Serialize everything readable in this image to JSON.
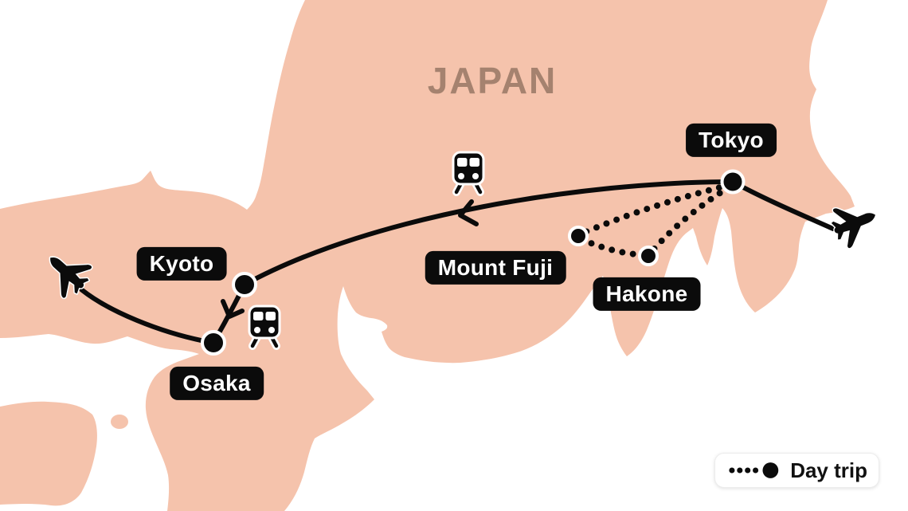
{
  "map": {
    "title": "JAPAN"
  },
  "cities": {
    "tokyo": {
      "label": "Tokyo"
    },
    "kyoto": {
      "label": "Kyoto"
    },
    "osaka": {
      "label": "Osaka"
    },
    "mount_fuji": {
      "label": "Mount Fuji"
    },
    "hakone": {
      "label": "Hakone"
    }
  },
  "legend": {
    "day_trip_label": "Day trip"
  },
  "routes": {
    "train": [
      {
        "from": "Tokyo",
        "to": "Kyoto",
        "style": "solid",
        "transport": "train"
      },
      {
        "from": "Kyoto",
        "to": "Osaka",
        "style": "solid",
        "transport": "train"
      }
    ],
    "flights": [
      {
        "at": "Tokyo",
        "note": "flight line to airplane off the east coast"
      },
      {
        "at": "Osaka",
        "note": "flight line to airplane heading west"
      }
    ],
    "day_trips": [
      {
        "from": "Tokyo",
        "to": "Mount Fuji",
        "style": "dotted"
      },
      {
        "from": "Tokyo",
        "to": "Hakone",
        "style": "dotted"
      },
      {
        "from": "Mount Fuji",
        "to": "Hakone",
        "style": "dotted"
      }
    ]
  },
  "colors": {
    "land": "#F5C3AC",
    "sea": "#FFFFFF",
    "ink": "#0B0B0B",
    "title_text": "#A5826F",
    "label_bg": "#0B0B0B",
    "label_text": "#FFFFFF",
    "legend_bg": "#FFFFFF"
  }
}
